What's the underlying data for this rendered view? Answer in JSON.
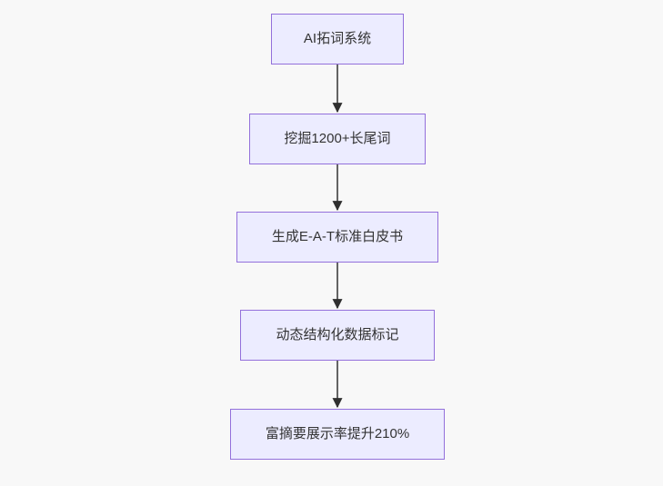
{
  "flowchart": {
    "type": "flowchart-top-down",
    "nodes": [
      {
        "id": "A",
        "label": "AI拓词系统"
      },
      {
        "id": "B",
        "label": "挖掘1200+长尾词"
      },
      {
        "id": "C",
        "label": "生成E-A-T标准白皮书"
      },
      {
        "id": "D",
        "label": "动态结构化数据标记"
      },
      {
        "id": "E",
        "label": "富摘要展示率提升210%"
      }
    ],
    "edges": [
      {
        "from": "AI拓词系统",
        "to": "挖掘1200+长尾词"
      },
      {
        "from": "挖掘1200+长尾词",
        "to": "生成E-A-T标准白皮书"
      },
      {
        "from": "生成E-A-T标准白皮书",
        "to": "动态结构化数据标记"
      },
      {
        "from": "动态结构化数据标记",
        "to": "富摘要展示率提升210%"
      }
    ],
    "colors": {
      "node_fill": "#ececff",
      "node_border": "#9370db",
      "edge_line": "#4a4a4a",
      "arrowhead": "#2f2f2f",
      "text": "#333333",
      "background": "#f8f8f8"
    }
  }
}
